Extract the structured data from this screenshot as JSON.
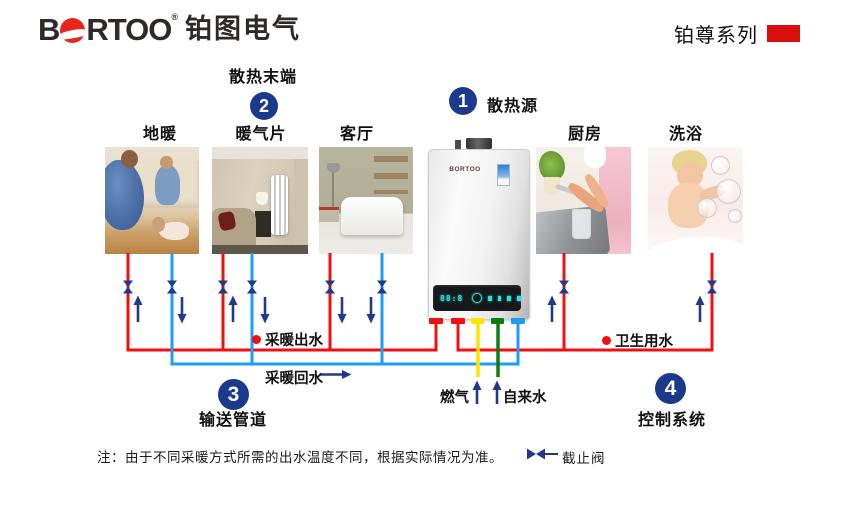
{
  "header": {
    "brand_latin_b": "B",
    "brand_latin_rest": "RTOO",
    "registered_mark": "®",
    "brand_cn": "铂图电气",
    "series_label": "铂尊系列"
  },
  "callouts": {
    "heat_source": {
      "number": "1",
      "label": "散热源"
    },
    "heat_terminal": {
      "number": "2",
      "label": "散热末端"
    },
    "pipeline": {
      "number": "3",
      "label": "输送管道"
    },
    "control_system": {
      "number": "4",
      "label": "控制系统"
    }
  },
  "rooms": [
    {
      "label": "地暖"
    },
    {
      "label": "暖气片"
    },
    {
      "label": "客厅"
    },
    {
      "label": "厨房"
    },
    {
      "label": "洗浴"
    }
  ],
  "pipe_labels": {
    "heating_supply": "采暖出水",
    "heating_return": "采暖回水",
    "domestic_water": "卫生用水",
    "gas": "燃气",
    "tap_water": "自来水"
  },
  "boiler": {
    "brand": "BORTOO"
  },
  "footer": {
    "note": "注：由于不同采暖方式所需的出水温度不同，根据实际情况为准。",
    "legend_valve_label": "截止阀"
  },
  "colors": {
    "supply_red": "#f01010",
    "return_blue": "#1e9df2",
    "gas_yellow": "#ffe400",
    "tap_green": "#0e7c12",
    "accent_navy": "#22388a",
    "circle_navy": "#1b3a8c",
    "brand_red": "#e8251f",
    "series_rect_red": "#d90f0f"
  }
}
